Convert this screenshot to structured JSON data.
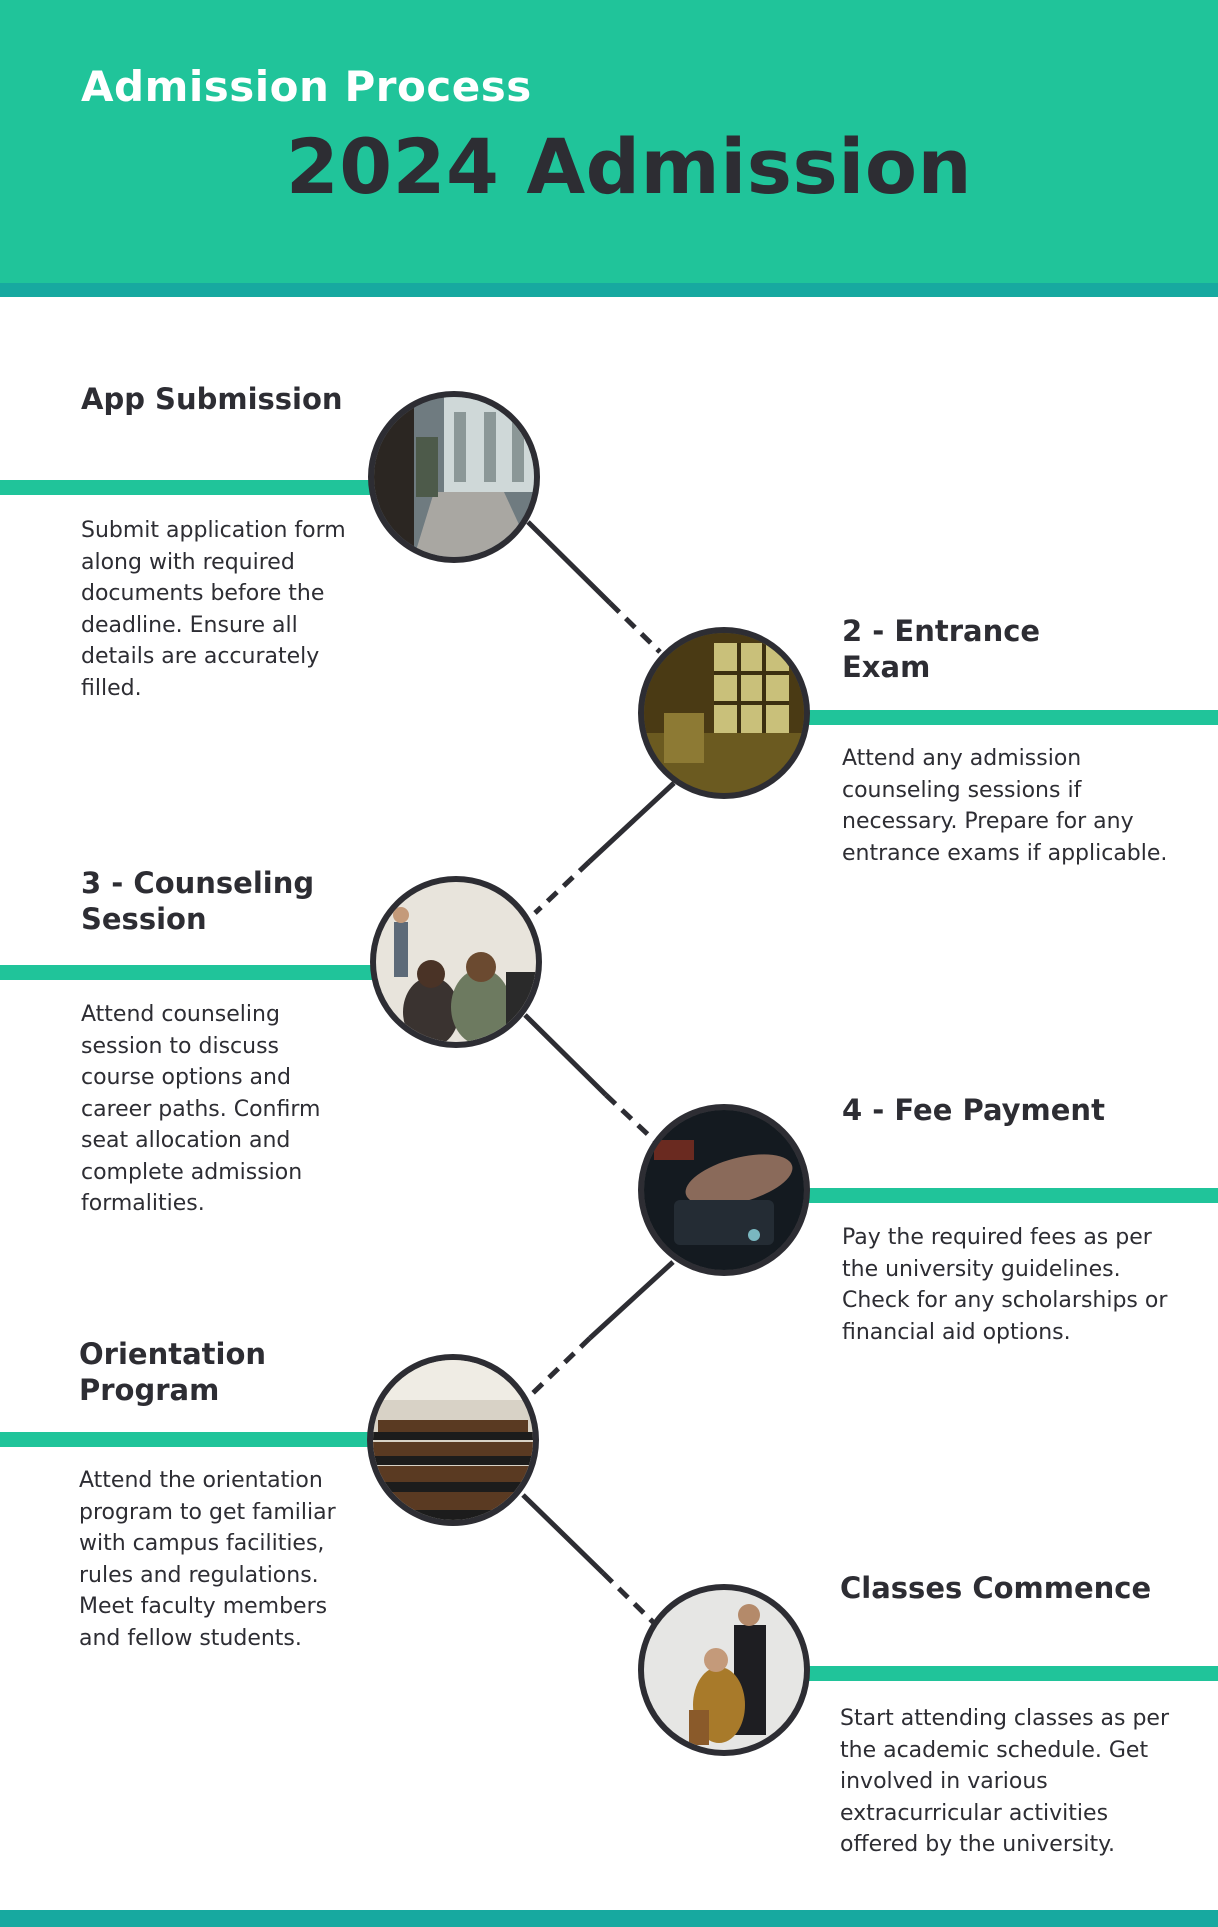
{
  "header": {
    "title": "Admission Process",
    "subtitle": "2024 Admission"
  },
  "colors": {
    "accent": "#20c49a",
    "accent_dark": "#17a9a0",
    "text_dark": "#2d2d33"
  },
  "steps": [
    {
      "title": "App Submission",
      "description": "Submit application form along with required documents before the deadline. Ensure all details are accurately filled.",
      "image": "building-hallway-photo"
    },
    {
      "title": "2 - Entrance Exam",
      "description": "Attend any admission counseling sessions if necessary. Prepare for any entrance exams if applicable.",
      "image": "classroom-window-photo"
    },
    {
      "title": "3 - Counseling Session",
      "description": "Attend counseling session to discuss course options and career paths. Confirm seat allocation and complete admission formalities.",
      "image": "counseling-session-photo"
    },
    {
      "title": "4 - Fee Payment",
      "description": "Pay the required fees as per the university guidelines. Check for any scholarships or financial aid options.",
      "image": "card-payment-photo"
    },
    {
      "title": "Orientation Program",
      "description": "Attend the orientation program to get familiar with campus facilities, rules and regulations. Meet faculty members and fellow students.",
      "image": "lecture-hall-photo"
    },
    {
      "title": "Classes Commence",
      "description": "Start attending classes as per the academic schedule. Get involved in various extracurricular activities offered by the university.",
      "image": "students-portrait-photo"
    }
  ]
}
